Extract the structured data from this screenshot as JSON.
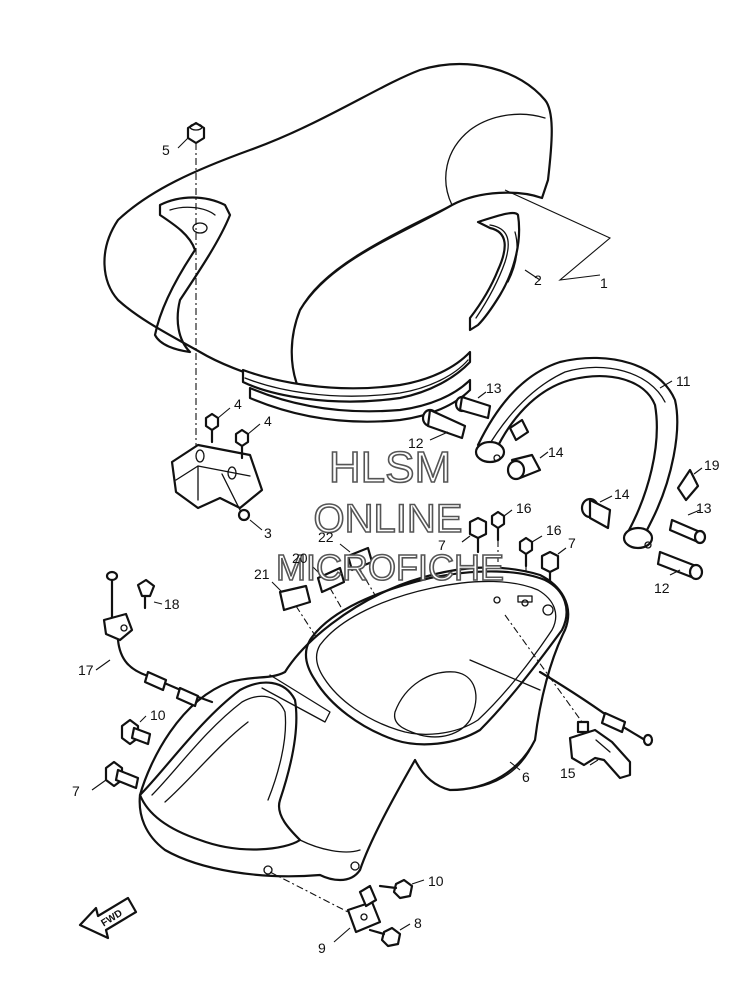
{
  "watermark": {
    "line1": "HLSM",
    "line2": "ONLINE",
    "line3": "MICROFICHE"
  },
  "direction_marker": {
    "label": "FWD",
    "icon": "forward-arrow-icon"
  },
  "callouts": {
    "c1": "1",
    "c2": "2",
    "c3": "3",
    "c4a": "4",
    "c4b": "4",
    "c5": "5",
    "c6": "6",
    "c7a": "7",
    "c7b": "7",
    "c7c": "7",
    "c8": "8",
    "c9": "9",
    "c10a": "10",
    "c10b": "10",
    "c11": "11",
    "c12a": "12",
    "c12b": "12",
    "c13a": "13",
    "c13b": "13",
    "c14a": "14",
    "c14b": "14",
    "c15": "15",
    "c16a": "16",
    "c16b": "16",
    "c17": "17",
    "c18": "18",
    "c19": "19",
    "c20": "20",
    "c21": "21",
    "c22": "22"
  }
}
